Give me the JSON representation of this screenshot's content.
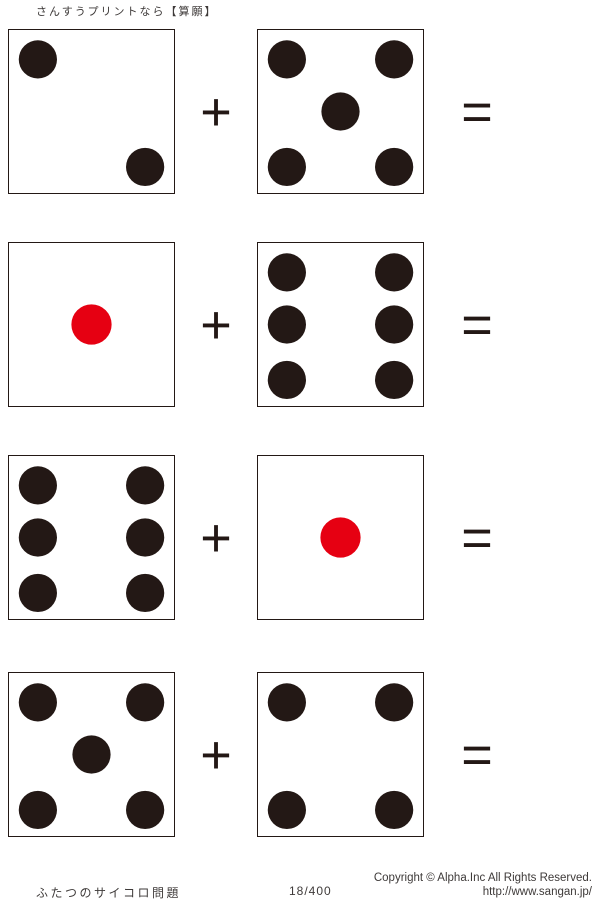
{
  "title": "さんすうプリントなら【算願】",
  "colors": {
    "pip_black": "#231815",
    "pip_red": "#e60012",
    "die_border": "#231815",
    "operator": "#231815",
    "text_dark": "#3e3a39"
  },
  "problems": [
    {
      "left_die": {
        "pips": 2,
        "color": "black"
      },
      "operator": "+",
      "right_die": {
        "pips": 5,
        "color": "black"
      },
      "equals": "="
    },
    {
      "left_die": {
        "pips": 1,
        "color": "red"
      },
      "operator": "+",
      "right_die": {
        "pips": 6,
        "color": "black"
      },
      "equals": "="
    },
    {
      "left_die": {
        "pips": 6,
        "color": "black"
      },
      "operator": "+",
      "right_die": {
        "pips": 1,
        "color": "red"
      },
      "equals": "="
    },
    {
      "left_die": {
        "pips": 5,
        "color": "black"
      },
      "operator": "+",
      "right_die": {
        "pips": 4,
        "color": "black"
      },
      "equals": "="
    }
  ],
  "footer": {
    "left": "ふたつのサイコロ問題",
    "page": "18/400",
    "copyright": "Copyright ©  Alpha.Inc All Rights Reserved.",
    "url": "http://www.sangan.jp/"
  }
}
